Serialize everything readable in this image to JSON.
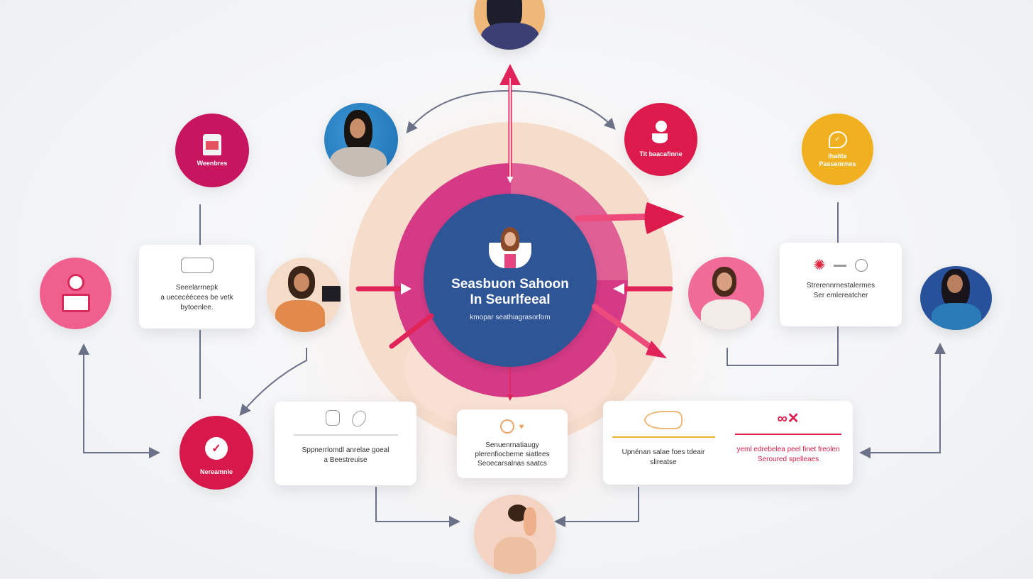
{
  "colors": {
    "navy": "#2e5596",
    "magenta": "#d63a86",
    "pink_ring": "#e06a9a",
    "peach_ring": "#f6dccb",
    "crimson": "#dc1a4b",
    "berry": "#c8155f",
    "gold": "#f0b020",
    "pink": "#f0608f",
    "blue": "#2a82c4",
    "deep_blue": "#27519b",
    "connector": "#6b7288",
    "arrow_red": "#e0245a"
  },
  "center": {
    "title_line1": "Seasbuon Sahoon",
    "title_line2": "In Seurlfeeal",
    "subtitle": "kmopar seathiagrasorfom",
    "avatar_icon": "person-photo"
  },
  "nodes": {
    "top_photo": {
      "icon": "person-photo"
    },
    "blue_photo": {
      "icon": "person-photo"
    },
    "berry_node": {
      "label": "Weenbres",
      "icon": "card-reader-icon"
    },
    "crimson_node": {
      "label": "Tit baacafinne",
      "icon": "person-glyph-icon"
    },
    "gold_node": {
      "label_line1": "Ihaitte",
      "label_line2": "Passemmes",
      "icon": "speech-bubble-check-icon"
    },
    "pink_node": {
      "icon": "location-pin-profile-icon"
    },
    "left_photo": {
      "icon": "person-laptop-photo"
    },
    "right_photo": {
      "icon": "person-photo"
    },
    "far_right_photo": {
      "icon": "person-photo"
    },
    "check_node": {
      "label": "Nereamnle",
      "icon": "check-circle-icon"
    },
    "bottom_photo": {
      "icon": "person-photo"
    }
  },
  "cards": {
    "left": {
      "icon": "chat-blocks-icon",
      "lines": [
        "Seeelarrnepk",
        "a uececéécees be vetk",
        "bytoenlee."
      ]
    },
    "right": {
      "icon": "gear-link-icon",
      "lines": [
        "Strerennrnestalermes",
        "Ser emlereatcher"
      ]
    },
    "bottom_left": {
      "icon": "cable-loop-icon",
      "lines": [
        "Sppnerrlomdl anrelae goeal",
        "a Beestreuise"
      ]
    },
    "bottom_center": {
      "icon": "heart-ring-icon",
      "lines": [
        "Senuenrnatiaugy",
        "plerenfiocbeme siatlees",
        "Seoecarsalnas saatcs"
      ]
    },
    "bottom_right_a": {
      "icon": "hand-swirl-icon",
      "lines": [
        "Upnénan salae foes tdeair",
        "slireatse"
      ]
    },
    "bottom_right_b": {
      "icon": "tools-link-icon",
      "lines": [
        "yeml edrebelea peel finet freolen",
        "Seroured spelleaes"
      ]
    }
  }
}
